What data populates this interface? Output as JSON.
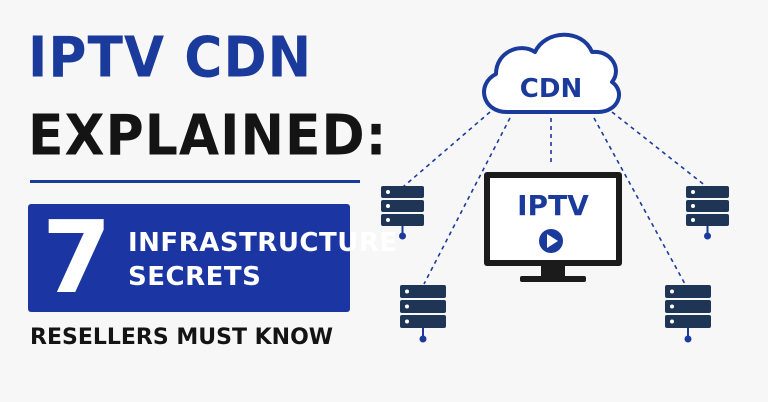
{
  "headline": {
    "line1": "IPTV CDN",
    "line2": "EXPLAINED:"
  },
  "badge": {
    "number": "7",
    "line1": "INFRASTRUCTURE",
    "line2": "SECRETS"
  },
  "tagline": "RESELLERS MUST KNOW",
  "diagram": {
    "cloud_label": "CDN",
    "monitor_label": "IPTV"
  },
  "colors": {
    "brand_blue": "#1a3a9c",
    "box_blue": "#1b36a3",
    "dark": "#141414",
    "server": "#1f3556",
    "background": "#f7f7f7"
  },
  "icons": [
    "cloud-icon",
    "monitor-icon",
    "play-icon",
    "server-icon"
  ]
}
